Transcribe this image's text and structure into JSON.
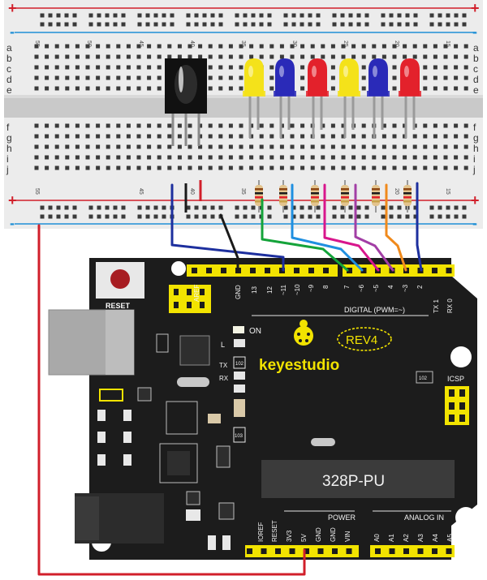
{
  "breadboard": {
    "rail_plus": "+",
    "rail_minus": "-",
    "row_letters_top": [
      "a",
      "b",
      "c",
      "d",
      "e"
    ],
    "row_letters_bottom": [
      "f",
      "g",
      "h",
      "i",
      "j"
    ],
    "column_numbers": [
      "55",
      "50",
      "45",
      "40",
      "35",
      "30",
      "25",
      "20",
      "15"
    ]
  },
  "board": {
    "brand": "keyestudio",
    "revision": "REV4",
    "reset_label": "RESET",
    "on_label": "ON",
    "l_label": "L",
    "tx_label": "TX",
    "rx_label": "RX",
    "icsp_label": "ICSP",
    "chip_label": "328P-PU",
    "resistor_code": "102",
    "resistor_code_2": "103",
    "digital_header_label": "DIGITAL (PWM=~)",
    "power_label": "POWER",
    "analog_label": "ANALOG IN",
    "digital_pins_left": [
      "AREF",
      "GND",
      "13",
      "12",
      "~11",
      "~10",
      "~9",
      "8"
    ],
    "digital_pins_right": [
      "7",
      "~6",
      "~5",
      "4",
      "~3",
      "2",
      "TX 1",
      "RX 0"
    ],
    "power_pins": [
      "IOREF",
      "RESET",
      "3V3",
      "5V",
      "GND",
      "GND",
      "VIN"
    ],
    "analog_pins": [
      "A0",
      "A1",
      "A2",
      "A3",
      "A4",
      "A5"
    ]
  },
  "colors": {
    "board": "#1c1c1c",
    "header": "#f2e300",
    "breadboard": "#ececec",
    "rail_red": "#d11f2a",
    "rail_blue": "#1e8fd6",
    "led_yellow": "#f4e21a",
    "led_blue": "#2a2ab8",
    "led_red": "#e3212b"
  },
  "wires": [
    {
      "name": "blue",
      "color": "#1d2f9e"
    },
    {
      "name": "black",
      "color": "#1a1a1a"
    },
    {
      "name": "green",
      "color": "#14a33a"
    },
    {
      "name": "cyan",
      "color": "#1f8fe0"
    },
    {
      "name": "magenta",
      "color": "#d8168c"
    },
    {
      "name": "purple",
      "color": "#a23ea5"
    },
    {
      "name": "orange",
      "color": "#f08a1c"
    },
    {
      "name": "navy",
      "color": "#1d2f9e"
    },
    {
      "name": "red-power",
      "color": "#d11f2a"
    }
  ]
}
